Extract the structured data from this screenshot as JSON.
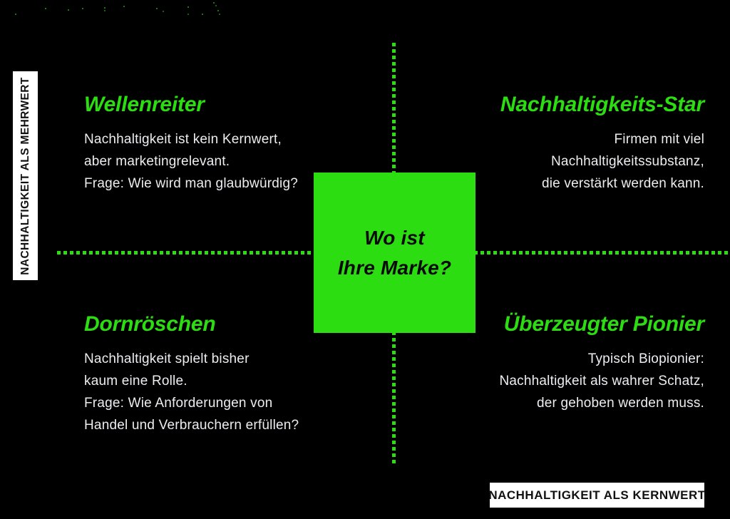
{
  "colors": {
    "background": "#000000",
    "accent_green": "#2cdd12",
    "body_text": "#ededf0",
    "label_background": "#ffffff",
    "label_text": "#111111"
  },
  "axes": {
    "y_label": "NACHHALTIGKEIT ALS MEHRWERT",
    "x_label": "NACHHALTIGKEIT ALS KERNWERT"
  },
  "center": {
    "line1": "Wo ist",
    "line2": "Ihre Marke?"
  },
  "quadrants": [
    {
      "id": "top-left",
      "title": "Wellenreiter",
      "lines": [
        "Nachhaltigkeit ist kein Kernwert,",
        "aber marketingrelevant.",
        "Frage: Wie wird man glaubwürdig?"
      ]
    },
    {
      "id": "top-right",
      "title": "Nachhaltigkeits-Star",
      "lines": [
        "Firmen mit viel",
        "Nachhaltigkeitssubstanz,",
        "die verstärkt werden kann."
      ]
    },
    {
      "id": "bottom-left",
      "title": "Dornröschen",
      "lines": [
        "Nachhaltigkeit spielt bisher",
        "kaum eine Rolle.",
        "Frage: Wie Anforderungen von",
        "Handel und Verbrauchern erfüllen?"
      ]
    },
    {
      "id": "bottom-right",
      "title": "Überzeugter Pionier",
      "lines": [
        "Typisch Biopionier:",
        "Nachhaltigkeit als wahrer Schatz,",
        "der gehoben werden muss."
      ]
    }
  ]
}
